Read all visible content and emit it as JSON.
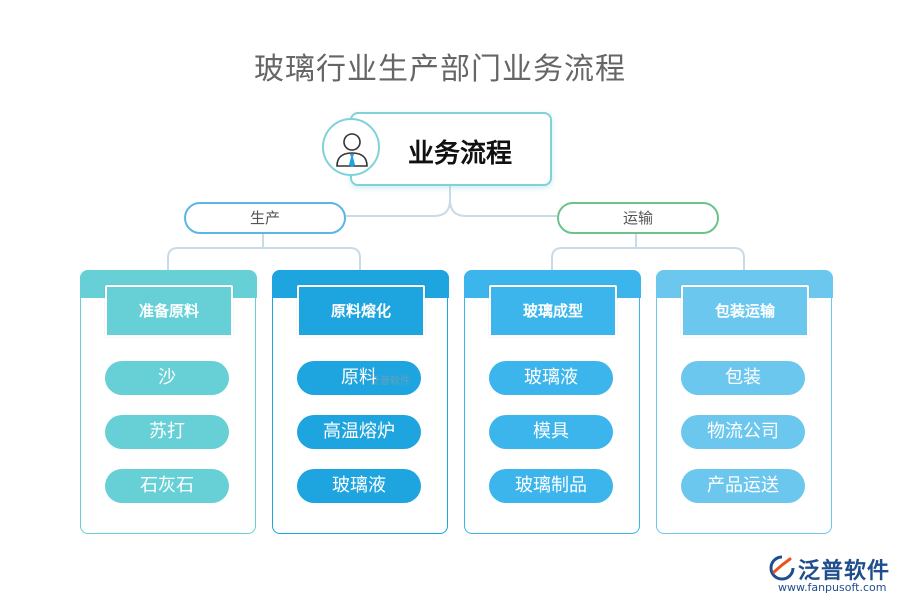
{
  "title": "玻璃行业生产部门业务流程",
  "root": {
    "label": "业务流程",
    "icon": "user-icon"
  },
  "branches": [
    {
      "label": "生产",
      "color": "#5ab6e6"
    },
    {
      "label": "运输",
      "color": "#6cc38a"
    }
  ],
  "columns": [
    {
      "head": "准备原料",
      "color": "#66d0d6",
      "items": [
        "沙",
        "苏打",
        "石灰石"
      ]
    },
    {
      "head": "原料熔化",
      "color": "#1ea4de",
      "items": [
        "原料",
        "高温熔炉",
        "玻璃液"
      ]
    },
    {
      "head": "玻璃成型",
      "color": "#3bb5ec",
      "items": [
        "玻璃液",
        "模具",
        "玻璃制品"
      ]
    },
    {
      "head": "包装运输",
      "color": "#6cc7ef",
      "items": [
        "包装",
        "物流公司",
        "产品运送"
      ]
    }
  ],
  "watermark": "泛普软件",
  "logo": {
    "name": "泛普软件",
    "url": "www.fanpusoft.com"
  }
}
